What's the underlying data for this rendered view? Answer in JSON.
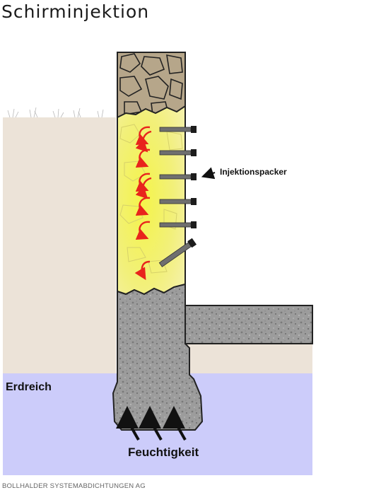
{
  "title": "Schirminjektion",
  "labels": {
    "packer": "Injektionspacker",
    "soil": "Erdreich",
    "moisture": "Feuchtigkeit"
  },
  "footer": "BOLLHALDER SYSTEMABDICHTUNGEN AG",
  "colors": {
    "soil": "#ece3d8",
    "groundwater": "#ccccfa",
    "injection_zone": "#f3f086",
    "stone_wall": "#b6a68a",
    "concrete": "#9a9a9a",
    "arrows": "#e8241c"
  }
}
